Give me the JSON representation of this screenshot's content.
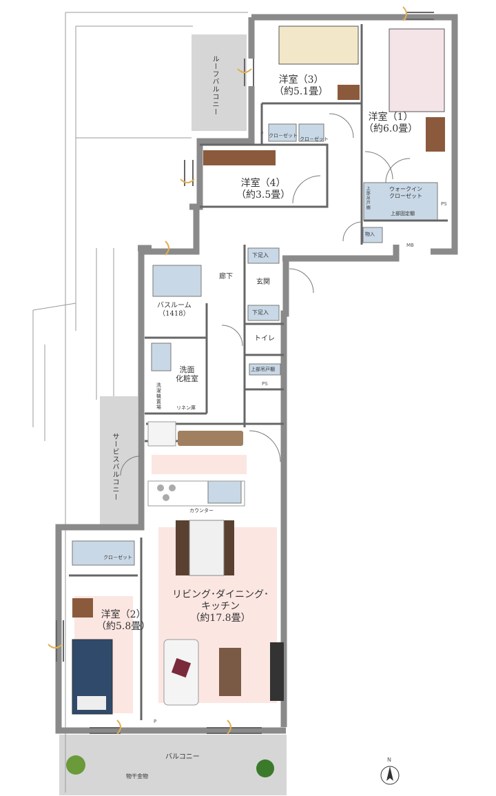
{
  "rooms": {
    "western3": {
      "name": "洋室（3）",
      "area": "（約5.1畳）"
    },
    "western1": {
      "name": "洋室（1）",
      "area": "（約6.0畳）"
    },
    "western4": {
      "name": "洋室（4）",
      "area": "（約3.5畳）"
    },
    "western2": {
      "name": "洋室（2）",
      "area": "（約5.8畳）"
    },
    "ldk": {
      "name": "リビング･ダイニング･",
      "name2": "キッチン",
      "area": "（約17.8畳）"
    },
    "bath": {
      "name": "バスルーム",
      "size": "（1418）"
    },
    "washroom": {
      "name": "洗面",
      "name2": "化粧室"
    },
    "hallway": "廊下",
    "entrance": "玄関",
    "toilet": "トイレ"
  },
  "storage": {
    "closet": "クローゼット",
    "closet_short": "クロ－ゼット",
    "walkin": "ウォークイン",
    "walkin2": "クローゼット",
    "upper_shelf": "上部吊戸棚",
    "upper_fixed_shelf": "上部固定棚",
    "storage_room": "物入",
    "shoe_box": "下足入",
    "upper_small_shelf": "上部吊戸棚",
    "wash_machine": "洗濯機置場",
    "linen": "リネン庫",
    "counter": "カウンター"
  },
  "outdoor": {
    "roof_balcony": "ルーフバルコニー",
    "service_balcony": "サービスバルコニー",
    "balcony": "バルコニー",
    "drying_hardware": "物干金物"
  },
  "symbols": {
    "ps": "PS",
    "mb": "MB",
    "p": "P",
    "north": "N"
  },
  "colors": {
    "wall": "#8a8a8a",
    "balcony": "#d6d6d6",
    "ldk_floor": "#fbe6e2",
    "closet": "#c9d8e6",
    "accent": "#e0b050"
  }
}
